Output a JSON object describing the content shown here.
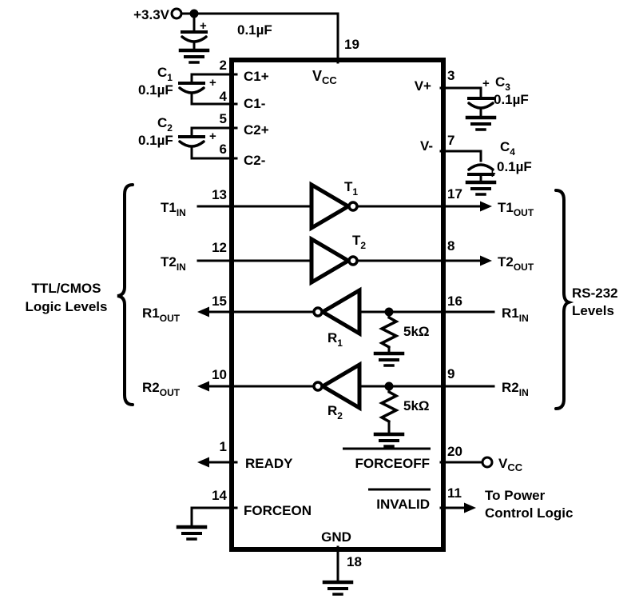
{
  "supply": {
    "label": "+3.3V"
  },
  "ic": {
    "pin_vcc": {
      "num": "19",
      "base": "V",
      "sub": "CC"
    },
    "pin_gnd": {
      "num": "18",
      "label": "GND"
    },
    "left_pins": {
      "c1p": {
        "num": "2",
        "label": "C1+"
      },
      "c1m": {
        "num": "4",
        "label": "C1-"
      },
      "c2p": {
        "num": "5",
        "label": "C2+"
      },
      "c2m": {
        "num": "6",
        "label": "C2-"
      },
      "t1in": {
        "num": "13"
      },
      "t2in": {
        "num": "12"
      },
      "r1out": {
        "num": "15"
      },
      "r2out": {
        "num": "10"
      },
      "ready": {
        "num": "1",
        "label": "READY"
      },
      "forceon": {
        "num": "14",
        "label": "FORCEON"
      }
    },
    "right_pins": {
      "vplus": {
        "num": "3",
        "label": "V+"
      },
      "vminus": {
        "num": "7",
        "label": "V-"
      },
      "t1out": {
        "num": "17"
      },
      "t2out": {
        "num": "8"
      },
      "r1in": {
        "num": "16"
      },
      "r2in": {
        "num": "9"
      },
      "forceoff": {
        "num": "20",
        "label": "FORCEOFF"
      },
      "invalid": {
        "num": "11",
        "label": "INVALID"
      }
    },
    "buffers": {
      "t1": {
        "base": "T",
        "sub": "1"
      },
      "t2": {
        "base": "T",
        "sub": "2"
      },
      "r1": {
        "base": "R",
        "sub": "1"
      },
      "r2": {
        "base": "R",
        "sub": "2"
      }
    },
    "pull_resistors": {
      "r1": "5kΩ",
      "r2": "5kΩ"
    }
  },
  "capacitors": {
    "bypass": {
      "value": "0.1µF",
      "plus": "+"
    },
    "c1": {
      "base": "C",
      "sub": "1",
      "value": "0.1µF",
      "plus": "+"
    },
    "c2": {
      "base": "C",
      "sub": "2",
      "value": "0.1µF",
      "plus": "+"
    },
    "c3": {
      "base": "C",
      "sub": "3",
      "value": "0.1µF",
      "plus": "+"
    },
    "c4": {
      "base": "C",
      "sub": "4",
      "value": "0.1µF",
      "plus": "+"
    }
  },
  "signals": {
    "t1in": {
      "base": "T1",
      "sub": "IN"
    },
    "t2in": {
      "base": "T2",
      "sub": "IN"
    },
    "r1out": {
      "base": "R1",
      "sub": "OUT"
    },
    "r2out": {
      "base": "R2",
      "sub": "OUT"
    },
    "t1out": {
      "base": "T1",
      "sub": "OUT"
    },
    "t2out": {
      "base": "T2",
      "sub": "OUT"
    },
    "r1in": {
      "base": "R1",
      "sub": "IN"
    },
    "r2in": {
      "base": "R2",
      "sub": "IN"
    },
    "vcc_out": {
      "base": "V",
      "sub": "CC"
    }
  },
  "annotations": {
    "left_group_line1": "TTL/CMOS",
    "left_group_line2": "Logic Levels",
    "right_group_line1": "RS-232",
    "right_group_line2": "Levels",
    "power_note_line1": "To Power",
    "power_note_line2": "Control Logic"
  },
  "colors": {
    "ink": "#000000",
    "background": "#ffffff"
  }
}
